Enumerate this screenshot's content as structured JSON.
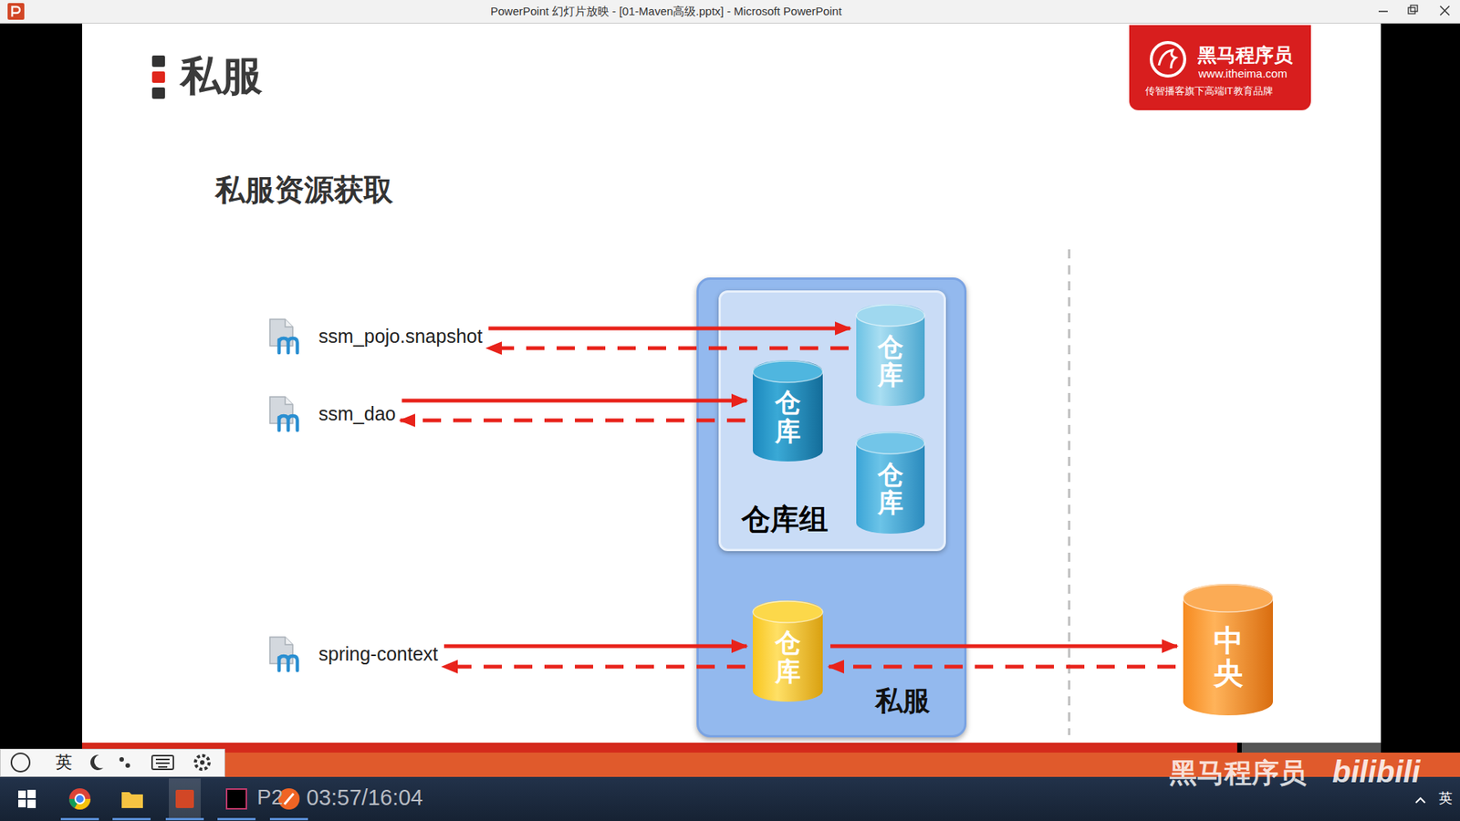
{
  "diagram": {
    "title": "私服资源获取",
    "nodes": [
      {
        "text": [
          "私服"
        ]
      },
      {
        "text": [
          "仓库组"
        ],
        "in": 0
      },
      {
        "text": [
          "仓库"
        ],
        "in": 1
      },
      {
        "text": [
          "仓库"
        ],
        "in": 1
      },
      {
        "text": [
          "仓库"
        ],
        "in": 1
      },
      {
        "text": [
          "仓库"
        ],
        "in": 0
      },
      {
        "text": [
          "中央"
        ]
      },
      {
        "text": [
          "ssm_pojo.snapshot"
        ]
      },
      {
        "text": [
          "ssm_dao"
        ]
      },
      {
        "text": [
          "spring-context"
        ]
      }
    ],
    "edges": [
      {
        "from": 7,
        "to": 2,
        "arrow": "to"
      },
      {
        "from": 2,
        "to": 7,
        "arrow": "to"
      },
      {
        "from": 8,
        "to": 3,
        "arrow": "to"
      },
      {
        "from": 3,
        "to": 8,
        "arrow": "to"
      },
      {
        "from": 9,
        "to": 5,
        "arrow": "to"
      },
      {
        "from": 5,
        "to": 9,
        "arrow": "to"
      },
      {
        "from": 5,
        "to": 6,
        "arrow": "to"
      },
      {
        "from": 6,
        "to": 5,
        "arrow": "to"
      }
    ],
    "labels": [
      "PowerPoint 幻灯片放映 - [01-Maven高级.pptx] - Microsoft PowerPoint",
      "私服",
      "黑马程序员",
      "www.itheima.com",
      "传智播客旗下高端IT教育品牌",
      "英",
      "P2",
      "03:57/16:04",
      "黑马程序员",
      "bilibili",
      "英"
    ]
  }
}
